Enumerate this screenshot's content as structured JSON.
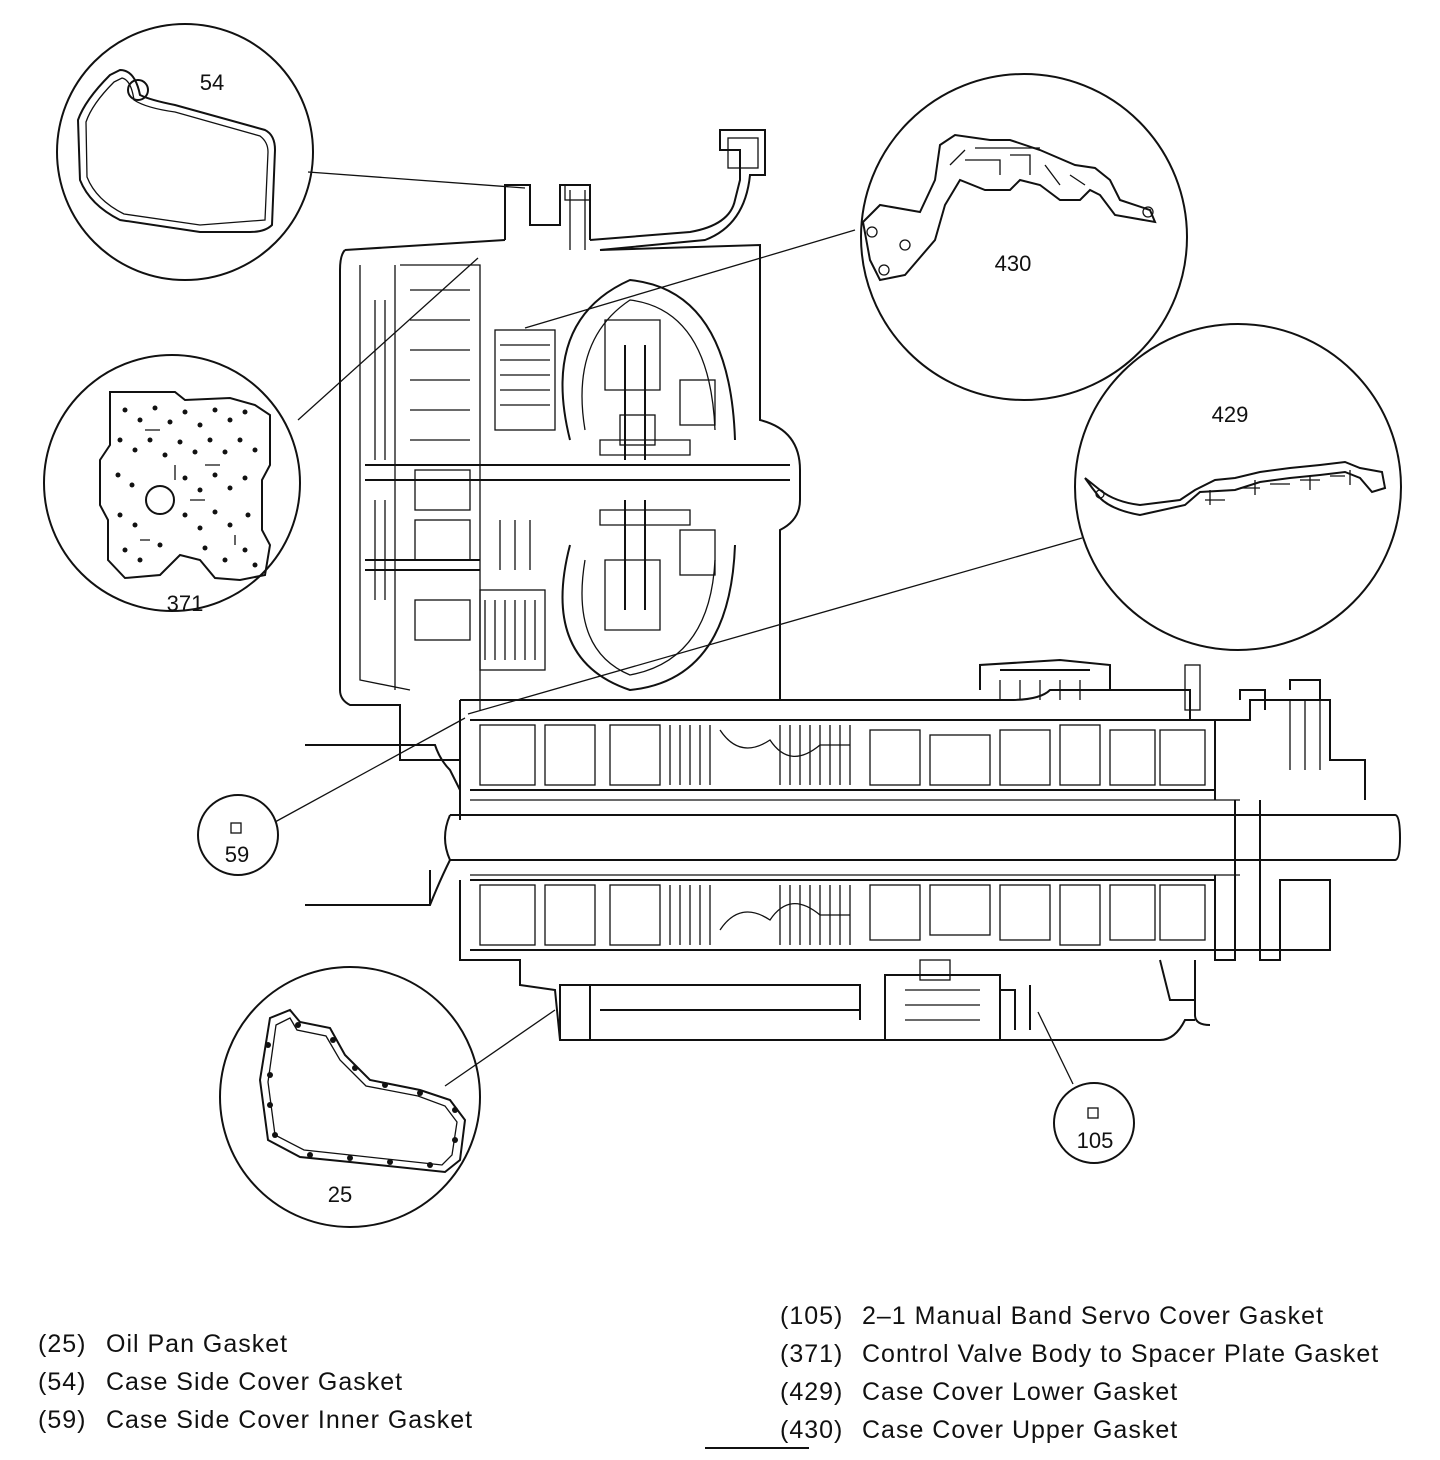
{
  "callouts": {
    "c54": {
      "number": "54"
    },
    "c430": {
      "number": "430"
    },
    "c371": {
      "number": "371"
    },
    "c429": {
      "number": "429"
    },
    "c59": {
      "number": "59"
    },
    "c25": {
      "number": "25"
    },
    "c105": {
      "number": "105"
    }
  },
  "legend": {
    "left": [
      {
        "num": "(25)",
        "label": "Oil Pan Gasket"
      },
      {
        "num": "(54)",
        "label": "Case Side Cover Gasket"
      },
      {
        "num": "(59)",
        "label": "Case Side Cover Inner Gasket"
      }
    ],
    "right": [
      {
        "num": "(105)",
        "label": "2–1 Manual Band Servo Cover Gasket"
      },
      {
        "num": "(371)",
        "label": "Control Valve Body to Spacer Plate Gasket"
      },
      {
        "num": "(429)",
        "label": "Case Cover Lower Gasket"
      },
      {
        "num": "(430)",
        "label": "Case Cover Upper Gasket"
      }
    ]
  }
}
